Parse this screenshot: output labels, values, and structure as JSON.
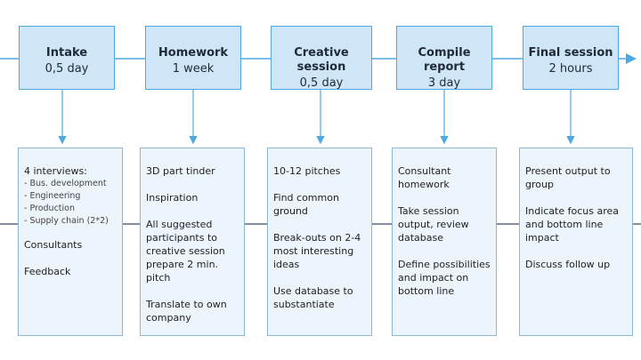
{
  "stages": [
    {
      "title": "Intake",
      "duration": "0,5 day"
    },
    {
      "title": "Homework",
      "duration": "1 week"
    },
    {
      "title": "Creative session",
      "duration": "0,5 day"
    },
    {
      "title": "Compile report",
      "duration": "3 day"
    },
    {
      "title": "Final session",
      "duration": "2 hours"
    }
  ],
  "activities": [
    {
      "interviews_label": "4 interviews:",
      "interview_roles": [
        "- Bus. development",
        "- Engineering",
        "- Production",
        "- Supply chain (2*2)"
      ],
      "items": [
        "Consultants",
        "Feedback"
      ]
    },
    {
      "items": [
        "3D part tinder",
        "Inspiration",
        "All suggested participants to creative session prepare 2 min. pitch",
        "Translate to own company"
      ]
    },
    {
      "items": [
        "10-12 pitches",
        "Find common ground",
        "Break-outs on 2-4 most interesting ideas",
        "Use database to substantiate"
      ]
    },
    {
      "items": [
        "Consultant homework",
        "Take session output, review database",
        "Define possibilities and impact on bottom line"
      ]
    },
    {
      "items": [
        "Present output to group",
        "Indicate focus area and bottom line impact",
        "Discuss follow up"
      ]
    }
  ],
  "colors": {
    "stage_fill": "#cfe6f9",
    "stage_border": "#4ea9e0",
    "card_fill": "#ecf4fc",
    "card_border": "#8db7d8",
    "flow_line": "#4ea9e0",
    "base_line": "#3a4b6b"
  }
}
